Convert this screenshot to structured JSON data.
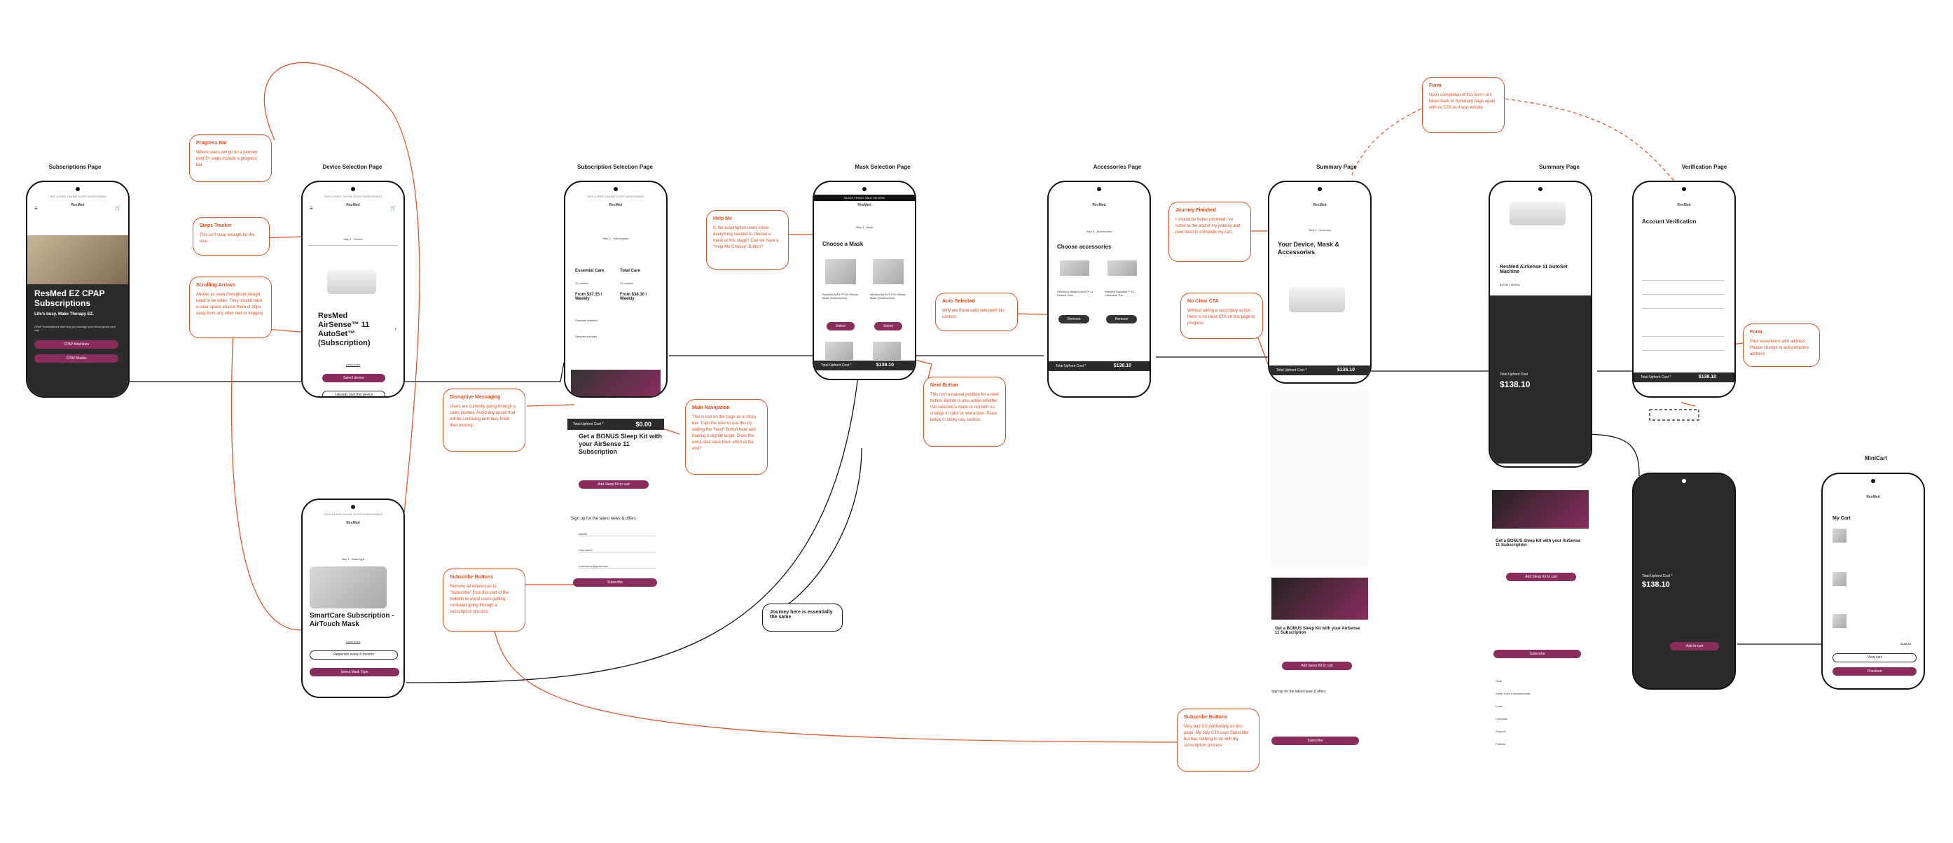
{
  "pages": [
    {
      "id": "subscriptions",
      "title": "Subscriptions Page"
    },
    {
      "id": "device",
      "title": "Device Selection Page"
    },
    {
      "id": "subscription",
      "title": "Subscription Selection Page"
    },
    {
      "id": "mask",
      "title": "Mask Selection Page"
    },
    {
      "id": "accessories",
      "title": "Accessories Page"
    },
    {
      "id": "summary1",
      "title": "Summary Page"
    },
    {
      "id": "summary2",
      "title": "Summary Page"
    },
    {
      "id": "verification",
      "title": "Verification Page"
    },
    {
      "id": "minicart",
      "title": "MiniCart"
    }
  ],
  "brand": "ResMed",
  "promo": "TAKE A FREE ONLINE SLEEP ASSESSMENT",
  "subscriptions": {
    "hero_title": "ResMed EZ CPAP Subscriptions",
    "tagline": "Life's busy. Make Therapy EZ.",
    "desc": "CPAP Subscriptions that help you manage your sleep apnea your way",
    "btn1": "CPAP Machines",
    "btn2": "CPAP Masks"
  },
  "device": {
    "step": "Step 1 - Device",
    "product": "ResMed AirSense™ 11 AutoSet™ (Subscription)",
    "learn": "Learn more",
    "select": "Select device",
    "own": "I already own this device"
  },
  "mask_type": {
    "step": "Step 1 - Mask type",
    "product": "SmartCare Subscription - AirTouch Mask",
    "learn": "Learn more",
    "dropdown": "Replenish every 6 months",
    "select": "Select Mask Type"
  },
  "subscription": {
    "step": "Step 2 - Subscription",
    "plan1": "Essential Care",
    "plan2": "Total Care",
    "term1": "12 months",
    "term2": "12 months",
    "price1": "From $37.15 / Weekly",
    "price2": "From $38.10 / Weekly",
    "row1": "Products included",
    "row2": "Services included",
    "total_label": "Total Upfront Cost *",
    "total": "$0.00",
    "promo_title": "Get a BONUS Sleep Kit with your AirSense 11 Subscription",
    "add_btn": "Add Sleep Kit to cart",
    "signup": "Sign up for the latest news & offers",
    "f1": "Neville",
    "f2": "Last name*",
    "f3": "neeeeeeee@gmail.com",
    "subscribe": "Subscribe"
  },
  "mask": {
    "step": "Step 3 - Mask",
    "title": "Choose a Mask",
    "p1": "ResMed AirFit™ P10 Pillows Mask (Subscription)",
    "p2": "ResMed AirFit™ P10 Pillows Mask (Subscription)",
    "select": "Select",
    "total_label": "Total Upfront Cost *",
    "total": "$138.10",
    "banner": "BLACK FRIDAY SALE ON NOW"
  },
  "accessories": {
    "step": "Step 4 - Accessories",
    "title": "Choose accessories",
    "p1": "ResMed ClimateLineAir™ 11 Heated Tube",
    "p2": "ResMed HumidAir™ 11 - Cleanable Tub",
    "remove": "Remove",
    "total_label": "Total Upfront Cost *",
    "total": "$138.10"
  },
  "summary1": {
    "step": "Step 5 - Summary",
    "title": "Your Device, Mask & Accessories",
    "total_label": "Total Upfront Cost *",
    "total": "$138.10",
    "promo_title": "Get a BONUS Sleep Kit with your AirSense 11 Subscription",
    "add_btn": "Add Sleep Kit to cart",
    "signup": "Sign up for the latest news & offers",
    "subscribe": "Subscribe"
  },
  "summary2": {
    "product": "ResMed AirSense 11 AutoSet Machine",
    "price": "$33.00 / Weekly",
    "total_cost_label": "Total Upfront Cost",
    "total": "$138.10",
    "promo_title": "Get a BONUS Sleep Kit with your AirSense 11 Subscription",
    "add_btn": "Add Sleep Kit to cart",
    "subscribe": "Subscribe",
    "footer": [
      "Shop",
      "Sleep Tests & Assessments",
      "Learn",
      "Company",
      "Support",
      "Policies"
    ]
  },
  "verification": {
    "title": "Account Verification",
    "total_label": "Total Upfront Cost *",
    "total": "$138.10",
    "cart_total_label": "Total Upfront Cost *",
    "cart_total": "$138.10",
    "add_to_cart": "Add to cart"
  },
  "minicart": {
    "title": "My Cart",
    "total": "$138.10",
    "view_cart": "View cart",
    "checkout": "Checkout"
  },
  "annotations": [
    {
      "title": "Progress Bar",
      "body": "Where users will go on a journey over 5+ steps include a progress bar."
    },
    {
      "title": "Steps Tracker",
      "body": "This isn't clear enough for the user."
    },
    {
      "title": "Scrolling Arrows",
      "body": "Arrows as seen throughout design need to be wider. They should have a clear space around them of 20px away from any other text or imagery"
    },
    {
      "title": "Disruptive Messaging",
      "body": "Users are currently going through a sales journey. Avoid any upsell that will be confusing until they finish their journey."
    },
    {
      "title": "Subscribe Buttons",
      "body": "Remove all references to \"Subscribe\" from this part of the website to avoid users getting confused going through a subscription process."
    },
    {
      "title": "Main Navigation",
      "body": "This is lost on the page as a sticky bar. Train the user to use this by adding the \"Next\" Button here and making it slightly larger. Does this extra click save them effort at the end?"
    },
    {
      "title": "Help Me",
      "body": "Is the assumption users know everything needed to choose a mask at this stage? Can we have a \"Help Me Choose\" Button?"
    },
    {
      "title": "Auto Selected",
      "body": "Why are these auto selected? No context."
    },
    {
      "title": "Next Button",
      "body": "This isn't a natural position for a next button. Button is also active whether I've selected a mask or not with no change in color or interaction. Place below in sticky nav section."
    },
    {
      "title": "Journey Finished",
      "body": "I should be better informed I've come to the end of my journey and now need to complete my cart."
    },
    {
      "title": "No Clear CTA",
      "body": "Without taking a secondary action there is no clear CTA on this page to progress"
    },
    {
      "title": "Subscribe Buttons",
      "body": "Very bad UX particularly on this page. My only CTA says Subscribe but has nothing to do with my subscription process"
    },
    {
      "title": "Form",
      "body": "Upon completion of this form I am taken back to Summary page again with no CTA as it was initially."
    },
    {
      "title": "Form",
      "body": "Poor experience with address. Please change to autocomplete address"
    }
  ],
  "journey_note": "Journey here is essentially the same"
}
